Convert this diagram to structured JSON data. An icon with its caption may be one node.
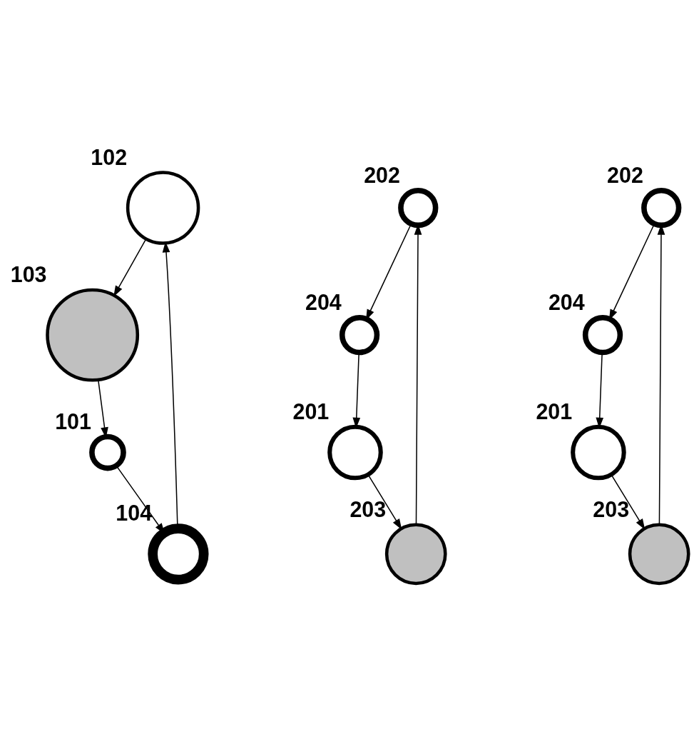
{
  "diagram": {
    "nodes": [
      {
        "text": [],
        "shape": "circle",
        "beside": [
          "102"
        ]
      },
      {
        "text": [],
        "shape": "circle",
        "beside": [
          "103"
        ]
      },
      {
        "text": [],
        "shape": "circle",
        "beside": [
          "101"
        ]
      },
      {
        "text": [],
        "shape": "circle",
        "beside": [
          "104"
        ]
      },
      {
        "text": [],
        "shape": "circle",
        "beside": [
          "202"
        ]
      },
      {
        "text": [],
        "shape": "circle",
        "beside": [
          "201"
        ]
      },
      {
        "text": [],
        "shape": "circle",
        "beside": [
          "203"
        ]
      },
      {
        "text": [],
        "shape": "circle",
        "beside": [
          "204"
        ]
      },
      {
        "text": [],
        "shape": "circle",
        "beside": [
          "202"
        ]
      },
      {
        "text": [],
        "shape": "circle",
        "beside": [
          "201"
        ]
      },
      {
        "text": [],
        "shape": "circle",
        "beside": [
          "203"
        ]
      },
      {
        "text": [],
        "shape": "circle",
        "beside": [
          "204"
        ]
      }
    ],
    "edges": [
      {
        "from": 3,
        "to": 0,
        "arrow": "to"
      },
      {
        "from": 0,
        "to": 1,
        "arrow": "to"
      },
      {
        "from": 1,
        "to": 2,
        "arrow": "to"
      },
      {
        "from": 2,
        "to": 3,
        "arrow": "to"
      },
      {
        "from": 5,
        "to": 6,
        "arrow": "to"
      },
      {
        "from": 6,
        "to": 4,
        "arrow": "to"
      },
      {
        "from": 4,
        "to": 7,
        "arrow": "to"
      },
      {
        "from": 7,
        "to": 5,
        "arrow": "to"
      },
      {
        "from": 9,
        "to": 10,
        "arrow": "to"
      },
      {
        "from": 10,
        "to": 8,
        "arrow": "to"
      },
      {
        "from": 8,
        "to": 11,
        "arrow": "to"
      },
      {
        "from": 11,
        "to": 9,
        "arrow": "to"
      }
    ]
  }
}
